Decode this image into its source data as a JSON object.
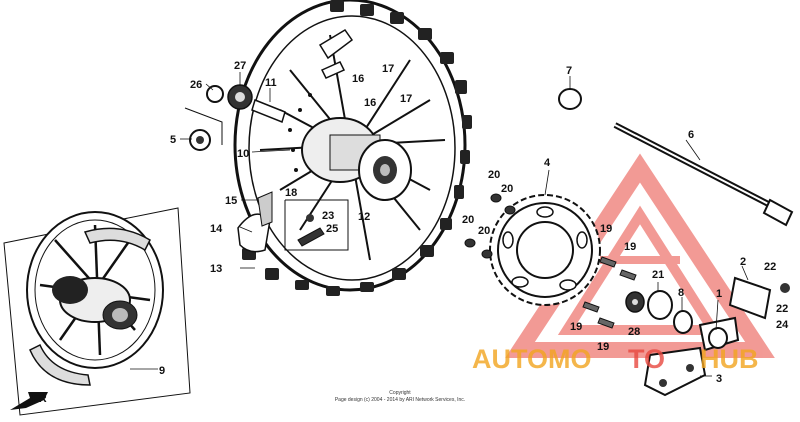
{
  "diagram": {
    "copyright_line1": "Copyright",
    "copyright_line2": "Page design (c) 2004 - 2014 by ARI Network Services, Inc.",
    "front_marker": "FR",
    "labels": {
      "p1": "1",
      "p2": "2",
      "p3": "3",
      "p4": "4",
      "p5": "5",
      "p6": "6",
      "p7": "7",
      "p8": "8",
      "p9": "9",
      "p10": "10",
      "p11": "11",
      "p12": "12",
      "p13": "13",
      "p14": "14",
      "p15": "15",
      "p16": "16",
      "p17": "17",
      "p18": "18",
      "p19": "19",
      "p20": "20",
      "p21": "21",
      "p22": "22",
      "p23": "23",
      "p24": "24",
      "p25": "25",
      "p26": "26",
      "p27": "27",
      "p28": "28"
    }
  },
  "watermark": {
    "text_part1": "AUTOMO",
    "text_part2": "TO",
    "text_part3": "HUB",
    "color_orange": "#f2a51f",
    "color_red": "#e8483f"
  }
}
